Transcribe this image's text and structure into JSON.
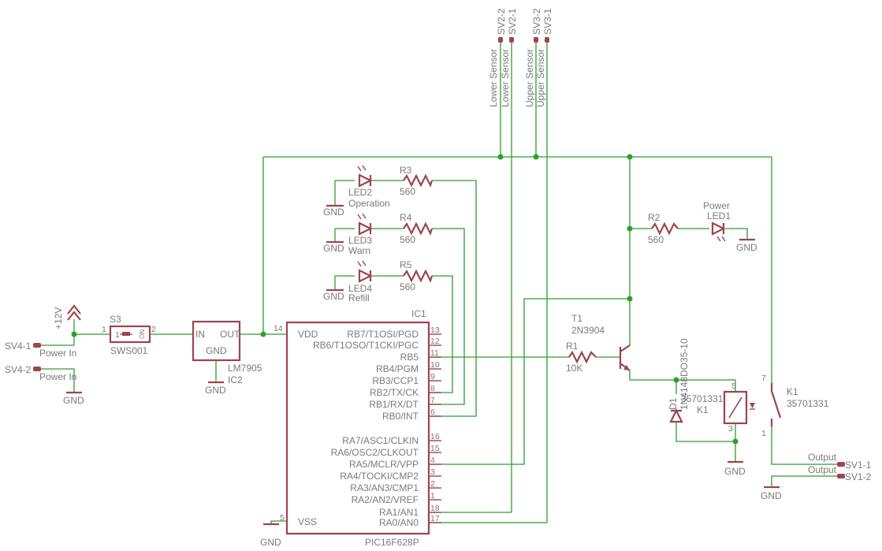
{
  "top_connectors": [
    {
      "pin": "SV2-2",
      "signal": "Lower Sensor"
    },
    {
      "pin": "SV2-1",
      "signal": "Lower Sensor"
    },
    {
      "pin": "SV3-2",
      "signal": "Upper Sensor"
    },
    {
      "pin": "SV3-1",
      "signal": "Upper Sensor"
    }
  ],
  "power_in": {
    "sv4_1": "SV4-1",
    "sv4_1_label": "Power In",
    "sv4_2": "SV4-2",
    "sv4_2_label": "Power In",
    "supply": "+12V",
    "gnd": "GND"
  },
  "switch": {
    "ref": "S3",
    "value": "SWS001",
    "pin1": "1",
    "pin2": "2",
    "pin1_mark": "1",
    "on_mark": "ON"
  },
  "regulator": {
    "ref": "IC2",
    "value": "LM7905",
    "in": "IN",
    "out": "OUT",
    "gnd": "GND",
    "gnd_label": "GND"
  },
  "leds": [
    {
      "ref": "LED2",
      "label": "Operation",
      "res_ref": "R3",
      "res_val": "560",
      "gnd": "GND"
    },
    {
      "ref": "LED3",
      "label": "Warn",
      "res_ref": "R4",
      "res_val": "560",
      "gnd": "GND"
    },
    {
      "ref": "LED4",
      "label": "Refill",
      "res_ref": "R5",
      "res_val": "560",
      "gnd": "GND"
    }
  ],
  "mcu": {
    "ref": "IC1",
    "value": "PIC16F628P",
    "vdd": "VDD",
    "vdd_pin": "14",
    "vss": "VSS",
    "vss_pin": "5",
    "gnd": "GND",
    "right_pins": [
      {
        "name": "RB7/T1OSI/PGD",
        "num": "13"
      },
      {
        "name": "RB6/T1OSO/T1CKI/PGC",
        "num": "12"
      },
      {
        "name": "RB5",
        "num": "11"
      },
      {
        "name": "RB4/PGM",
        "num": "10"
      },
      {
        "name": "RB3/CCP1",
        "num": "9"
      },
      {
        "name": "RB2/TX/CK",
        "num": "8"
      },
      {
        "name": "RB1/RX/DT",
        "num": "7"
      },
      {
        "name": "RB0/INT",
        "num": "6"
      },
      {
        "name": "RA7/ASC1/CLKIN",
        "num": "16"
      },
      {
        "name": "RA6/OSC2/CLKOUT",
        "num": "15"
      },
      {
        "name": "RA5/MCLR/VPP",
        "num": "4"
      },
      {
        "name": "RA4/TOCKI/CMP2",
        "num": "3"
      },
      {
        "name": "RA3/AN3/CMP1",
        "num": "2"
      },
      {
        "name": "RA2/AN2/VREF",
        "num": "1"
      },
      {
        "name": "RA1/AN1",
        "num": "18"
      },
      {
        "name": "RA0/AN0",
        "num": "17"
      }
    ]
  },
  "power_led": {
    "label": "Power",
    "ref": "LED1",
    "res_ref": "R2",
    "res_val": "560",
    "gnd": "GND"
  },
  "transistor": {
    "ref": "T1",
    "value": "2N3904",
    "base_res_ref": "R1",
    "base_res_val": "10K"
  },
  "relay": {
    "coil_ref": "K1",
    "coil_value": "35701331",
    "coil_pin_top": "5",
    "coil_pin_bot": "3",
    "contact_ref": "K1",
    "contact_value": "35701331",
    "contact_pin_top": "7",
    "contact_pin_bot": "1",
    "diode_ref": "D1",
    "diode_value": "1N4148DO35-10",
    "gnd": "GND"
  },
  "output": {
    "sv1_1": "SV1-1",
    "sv1_1_label": "Output",
    "sv1_2": "SV1-2",
    "sv1_2_label": "Output",
    "gnd": "GND"
  }
}
